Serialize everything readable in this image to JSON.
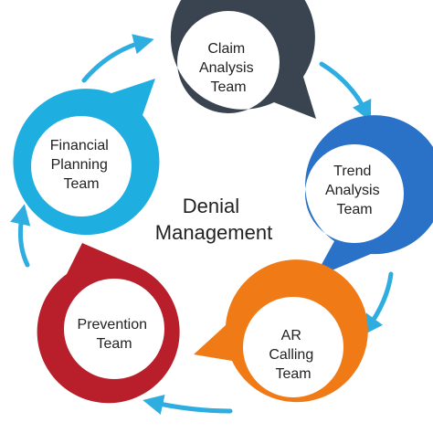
{
  "center": {
    "line1": "Denial",
    "line2": "Management"
  },
  "nodes": [
    {
      "key": "claim",
      "lines": [
        "Claim",
        "Analysis",
        "Team"
      ],
      "color": "#3a4450"
    },
    {
      "key": "trend",
      "lines": [
        "Trend",
        "Analysis",
        "Team"
      ],
      "color": "#2a72c8"
    },
    {
      "key": "ar",
      "lines": [
        "AR",
        "Calling",
        "Team"
      ],
      "color": "#f07a16"
    },
    {
      "key": "prevention",
      "lines": [
        "Prevention",
        "Team"
      ],
      "color": "#b81f2a"
    },
    {
      "key": "financial",
      "lines": [
        "Financial",
        "Planning",
        "Team"
      ],
      "color": "#1eaee0"
    }
  ],
  "arrow_color": "#2eaee0"
}
